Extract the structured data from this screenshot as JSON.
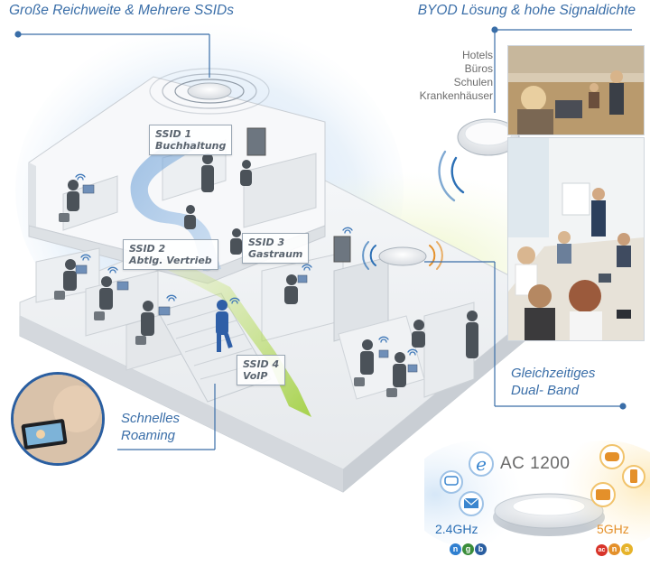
{
  "titles": {
    "range": "Große Reichweite & Mehrere SSIDs",
    "byod": "BYOD Lösung & hohe Signaldichte"
  },
  "venues": [
    "Hotels",
    "Büros",
    "Schulen",
    "Krankenhäuser"
  ],
  "ssids": [
    {
      "line1": "SSID 1",
      "line2": "Buchhaltung"
    },
    {
      "line1": "SSID 2",
      "line2": "Abtlg. Vertrieb"
    },
    {
      "line1": "SSID 3",
      "line2": "Gastraum"
    },
    {
      "line1": "SSID 4",
      "line2": "VoIP"
    }
  ],
  "callouts": {
    "roaming": [
      "Schnelles",
      "Roaming"
    ],
    "dualband": [
      "Gleichzeitiges",
      "Dual- Band"
    ]
  },
  "spec": {
    "standard": "AC 1200",
    "band_24": "2.4GHz",
    "band_5": "5GHz",
    "chips_24": [
      "n",
      "g",
      "b"
    ],
    "chips_5": [
      "ac",
      "n",
      "a"
    ]
  },
  "icons": [
    "wifi-icon",
    "ie-browser-icon",
    "chat-icon",
    "mail-icon",
    "gamepad-icon",
    "video-icon",
    "smartphone-icon"
  ],
  "colors": {
    "accent": "#3a6ea8",
    "band_24": "#2b6fb5",
    "band_5": "#e4902a",
    "flow_blue": "#6b9fd6",
    "flow_green": "#9fcf3a"
  }
}
